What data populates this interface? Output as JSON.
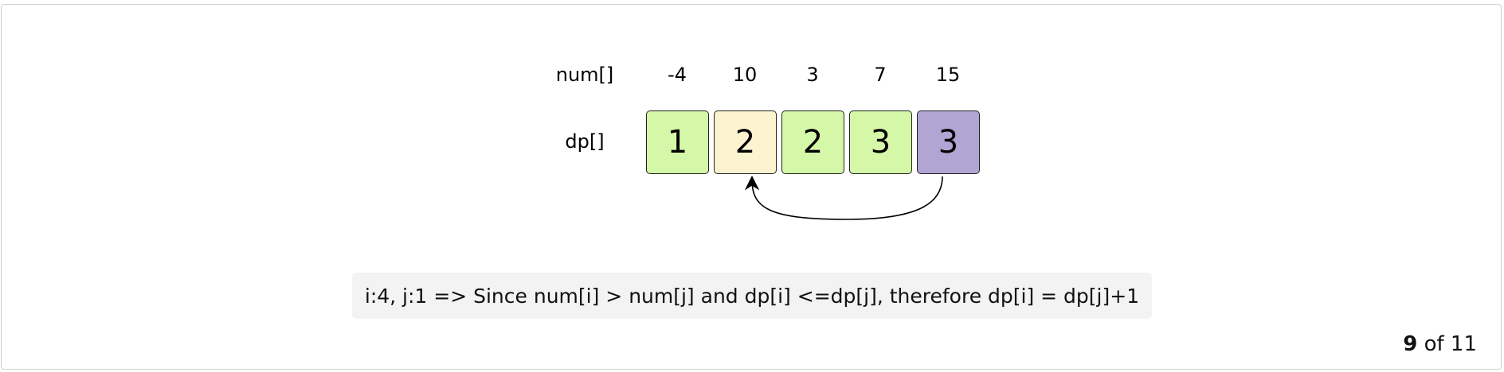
{
  "rows": {
    "num_label": "num[]",
    "dp_label": "dp[]"
  },
  "num_values": [
    "-4",
    "10",
    "3",
    "7",
    "15"
  ],
  "dp_cells": [
    {
      "value": "1",
      "color": "#d4f7a8",
      "state": "done"
    },
    {
      "value": "2",
      "color": "#fcf3d0",
      "state": "j"
    },
    {
      "value": "2",
      "color": "#d4f7a8",
      "state": "done"
    },
    {
      "value": "3",
      "color": "#d4f7a8",
      "state": "done"
    },
    {
      "value": "3",
      "color": "#b1a5d3",
      "state": "i"
    }
  ],
  "caption": "i:4, j:1 => Since num[i] > num[j] and dp[i] <=dp[j], therefore dp[i] = dp[j]+1",
  "pager": {
    "current": "9",
    "of_label": "of",
    "total": "11"
  },
  "colors": {
    "done": "#d4f7a8",
    "j_highlight": "#fcf3d0",
    "i_highlight": "#b1a5d3",
    "caption_bg": "#f3f3f3"
  }
}
